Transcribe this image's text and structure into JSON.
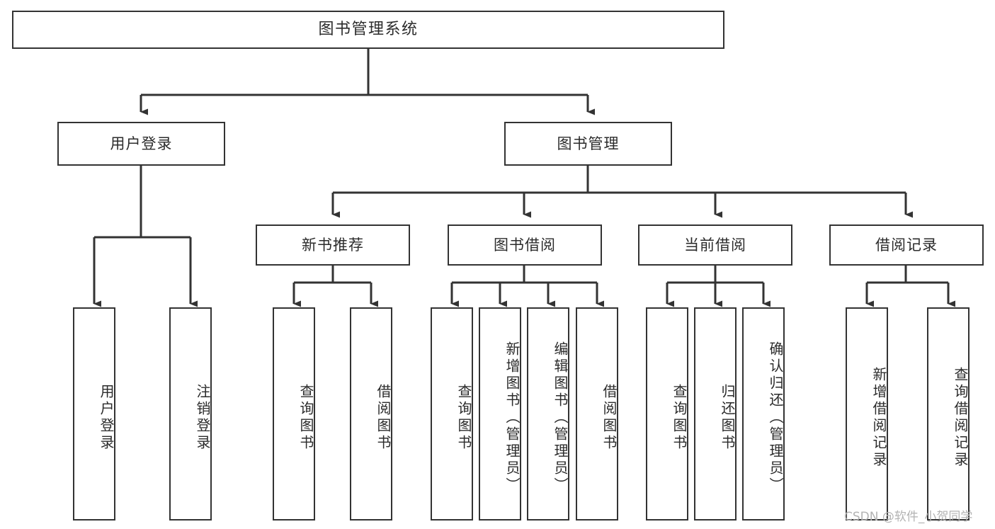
{
  "diagram": {
    "type": "tree",
    "title": "图书管理系统",
    "root": {
      "id": "root",
      "label": "图书管理系统"
    },
    "level2": [
      {
        "id": "user-login",
        "label": "用户登录"
      },
      {
        "id": "book-manage",
        "label": "图书管理"
      }
    ],
    "level3": [
      {
        "id": "new-book-recommend",
        "label": "新书推荐",
        "parent": "book-manage"
      },
      {
        "id": "book-borrow",
        "label": "图书借阅",
        "parent": "book-manage"
      },
      {
        "id": "current-borrow",
        "label": "当前借阅",
        "parent": "book-manage"
      },
      {
        "id": "borrow-record",
        "label": "借阅记录",
        "parent": "book-manage"
      }
    ],
    "leaves": [
      {
        "id": "leaf-user-login",
        "label": "用户登录",
        "parent": "user-login"
      },
      {
        "id": "leaf-user-logout",
        "label": "注销登录",
        "parent": "user-login"
      },
      {
        "id": "leaf-query-book-1",
        "label": "查询图书",
        "parent": "new-book-recommend"
      },
      {
        "id": "leaf-borrow-book-1",
        "label": "借阅图书",
        "parent": "new-book-recommend"
      },
      {
        "id": "leaf-query-book-2",
        "label": "查询图书",
        "parent": "book-borrow"
      },
      {
        "id": "leaf-add-book",
        "label": "新增图书（管理员）",
        "parent": "book-borrow"
      },
      {
        "id": "leaf-edit-book",
        "label": "编辑图书（管理员）",
        "parent": "book-borrow"
      },
      {
        "id": "leaf-borrow-book-2",
        "label": "借阅图书",
        "parent": "book-borrow"
      },
      {
        "id": "leaf-query-book-3",
        "label": "查询图书",
        "parent": "current-borrow"
      },
      {
        "id": "leaf-return-book",
        "label": "归还图书",
        "parent": "current-borrow"
      },
      {
        "id": "leaf-confirm-return",
        "label": "确认归还（管理员）",
        "parent": "current-borrow"
      },
      {
        "id": "leaf-add-record",
        "label": "新增借阅记录",
        "parent": "borrow-record"
      },
      {
        "id": "leaf-query-record",
        "label": "查询借阅记录",
        "parent": "borrow-record"
      }
    ],
    "colors": {
      "background": "#ffffff",
      "box_fill": "#ffffff",
      "box_border": "#333333",
      "connector": "#333333",
      "text": "#2b2b2b",
      "watermark": "#b3b3b3"
    }
  },
  "watermark": {
    "text": "CSDN @软件_小贺同学"
  }
}
